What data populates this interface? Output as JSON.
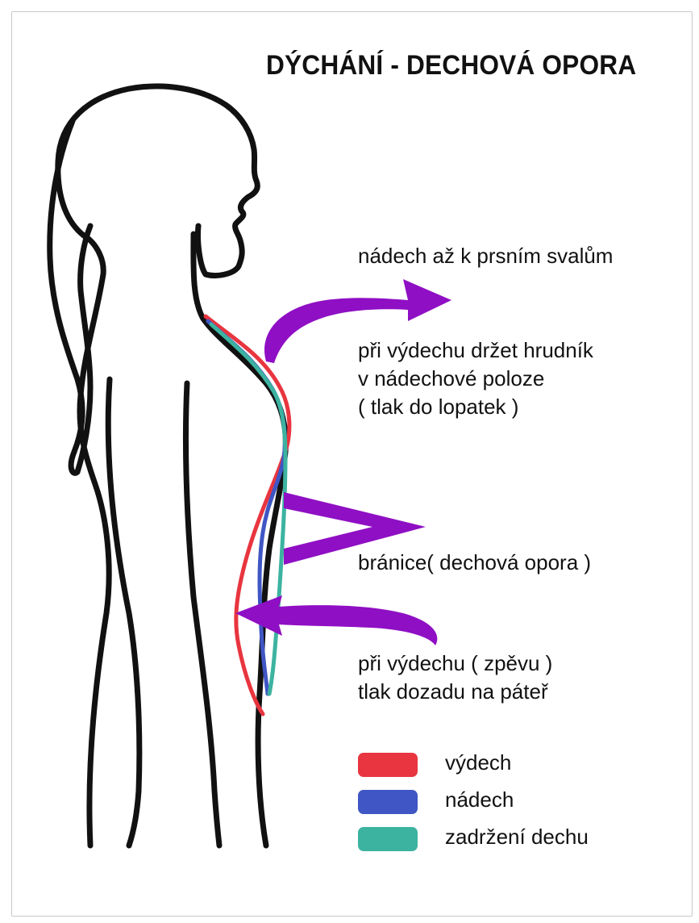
{
  "title": "DÝCHÁNÍ - DECHOVÁ OPORA",
  "annotations": {
    "inhale_to_chest": "nádech až k prsním svalům",
    "hold_chest_1": "při výdechu držet hrudník",
    "hold_chest_2": "v nádechové poloze",
    "hold_chest_3": "( tlak do lopatek )",
    "diaphragm": "bránice( dechová opora )",
    "exhale_back_1": "při výdechu ( zpěvu )",
    "exhale_back_2": "tlak dozadu na páteř"
  },
  "legend": [
    {
      "label": "výdech",
      "color": "#e8353f"
    },
    {
      "label": "nádech",
      "color": "#3f56c4"
    },
    {
      "label": "zadržení dechu",
      "color": "#3cb3a0"
    }
  ],
  "colors": {
    "outline": "#111111",
    "arrow": "#8f0fc4"
  }
}
